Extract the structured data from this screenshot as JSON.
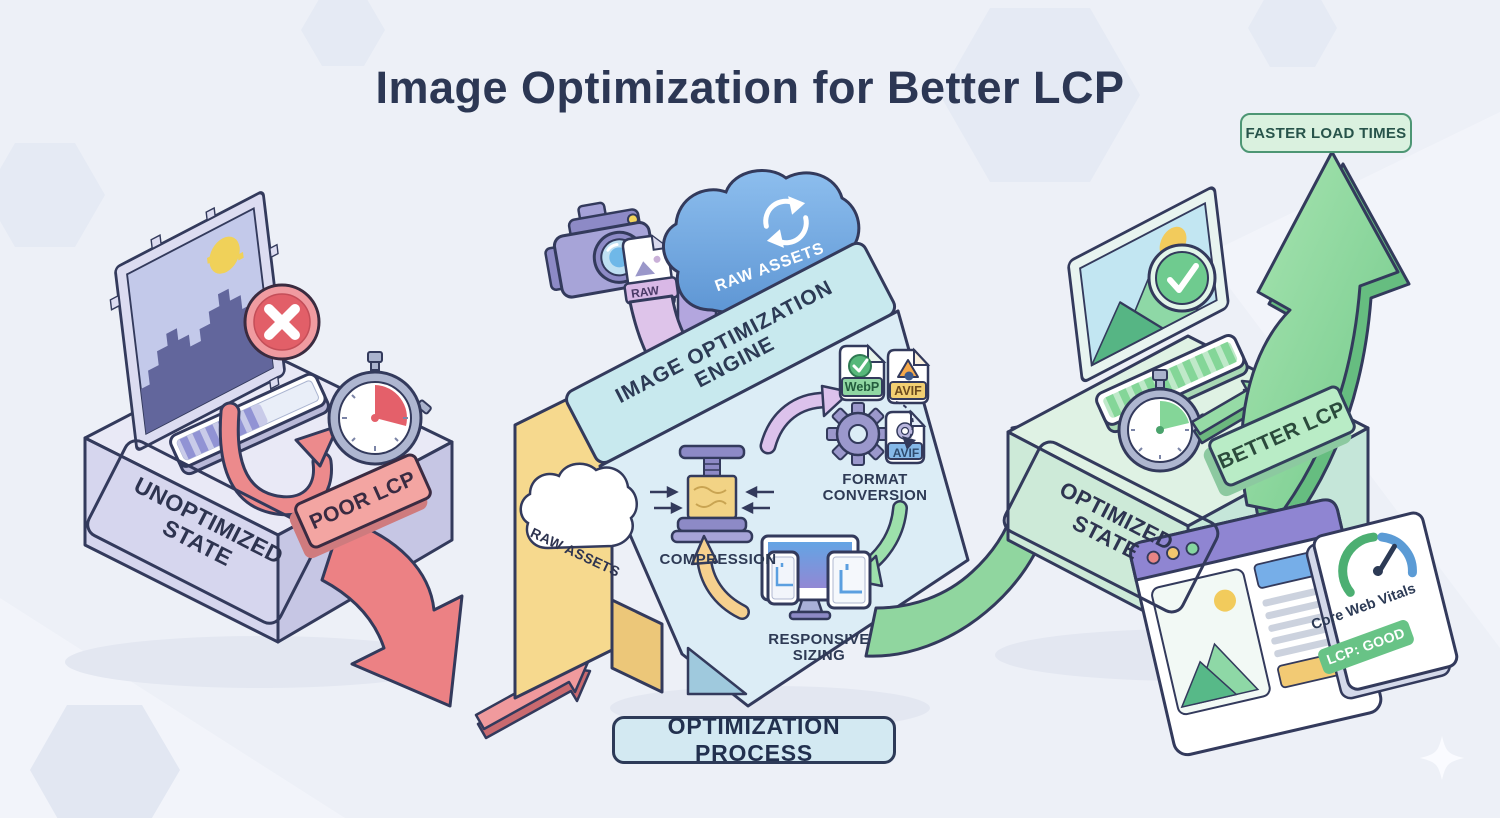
{
  "title": "Image Optimization for Better LCP",
  "badges": {
    "faster_load_times": "FASTER LOAD TIMES",
    "optimization_process": "OPTIMIZATION PROCESS"
  },
  "unoptimized": {
    "platform_label": "UNOPTIMIZED STATE",
    "lcp_badge": "POOR LCP"
  },
  "engine": {
    "title": "IMAGE OPTIMIZATION ENGINE",
    "input_cloud_label": "RAW ASSETS",
    "raw_file_label": "RAW",
    "side_panel_label": "RAW ASSETS",
    "steps": {
      "compression": "COMPRESSION",
      "format_conversion": "FORMAT CONVERSION",
      "responsive_sizing": "RESPONSIVE SIZING"
    },
    "format_badges": {
      "webp": "WebP",
      "avif": "AVIF",
      "avif_output": "AVIF"
    }
  },
  "optimized": {
    "platform_label": "OPTIMIZED STATE",
    "lcp_badge": "BETTER LCP",
    "vitals_card": {
      "title": "Core Web Vitals",
      "status": "LCP: GOOD"
    }
  },
  "colors": {
    "background": "#edf0f7",
    "outline_navy": "#333a5c",
    "error_red": "#e36a72",
    "salmon": "#ec8a8c",
    "success_green": "#7ecf96",
    "green_light": "#b9ecc6",
    "lavender": "#d6d6ee",
    "yellow": "#f6d98e",
    "cloud_blue": "#6ea7dd",
    "panel_teal": "#dcedf6"
  }
}
